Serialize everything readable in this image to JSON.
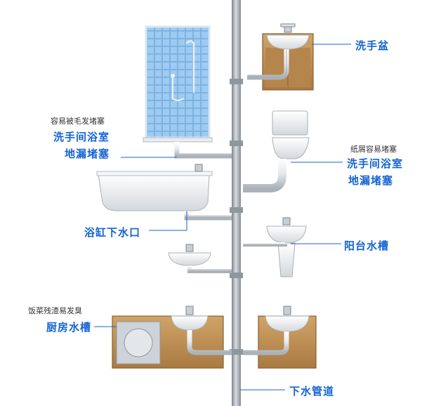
{
  "labels": {
    "washbasin": "洗手盆",
    "hair_note": "容易被毛发堵塞",
    "shower_drain_line1": "洗手间浴室",
    "shower_drain_line2": "地漏堵塞",
    "paper_note": "纸屑容易堵塞",
    "toilet_drain_line1": "洗手间浴室",
    "toilet_drain_line2": "地漏堵塞",
    "bathtub_drain": "浴缸下水口",
    "balcony_sink": "阳台水槽",
    "food_note": "饭菜残渣易发臭",
    "kitchen_sink": "厨房水槽",
    "drain_pipe": "下水管道"
  },
  "colors": {
    "label_blue": "#1464d2",
    "note_text": "#333333",
    "pipe_gray": "#9aa1a8",
    "tile_blue": "#8fc1ec",
    "cabinet_wood": "#b88a52"
  }
}
